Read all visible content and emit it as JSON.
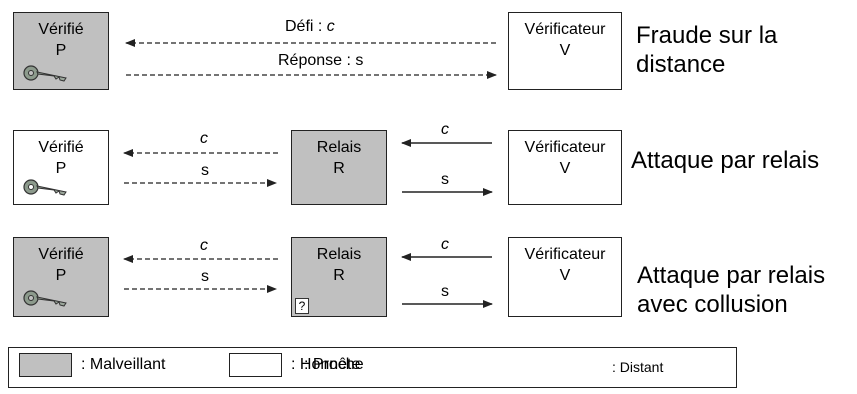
{
  "colors": {
    "malicious": "#c0c0c0",
    "honest": "#ffffff",
    "line": "#222222"
  },
  "rows": [
    {
      "prover": {
        "name": "Vérifié",
        "letter": "P"
      },
      "verifier": {
        "name": "Vérificateur",
        "letter": "V"
      },
      "challenge_label": "Défi : ",
      "challenge_var": "c",
      "response_label": "Réponse : s",
      "caption": [
        "Fraude sur la",
        "distance"
      ]
    },
    {
      "prover": {
        "name": "Vérifié",
        "letter": "P"
      },
      "relay": {
        "name": "Relais",
        "letter": "R"
      },
      "verifier": {
        "name": "Vérificateur",
        "letter": "V"
      },
      "c_label": "c",
      "s_label": "s",
      "caption": [
        "Attaque par relais"
      ]
    },
    {
      "prover": {
        "name": "Vérifié",
        "letter": "P"
      },
      "relay": {
        "name": "Relais",
        "letter": "R",
        "badge": "?"
      },
      "verifier": {
        "name": "Vérificateur",
        "letter": "V"
      },
      "c_label": "c",
      "s_label": "s",
      "caption": [
        "Attaque par relais",
        "avec collusion"
      ]
    }
  ],
  "legend": {
    "malicious": ": Malveillant",
    "honest": ": Honnête",
    "close": ": Proche",
    "distant": ": Distant"
  },
  "icons": {
    "key": "key-icon"
  }
}
